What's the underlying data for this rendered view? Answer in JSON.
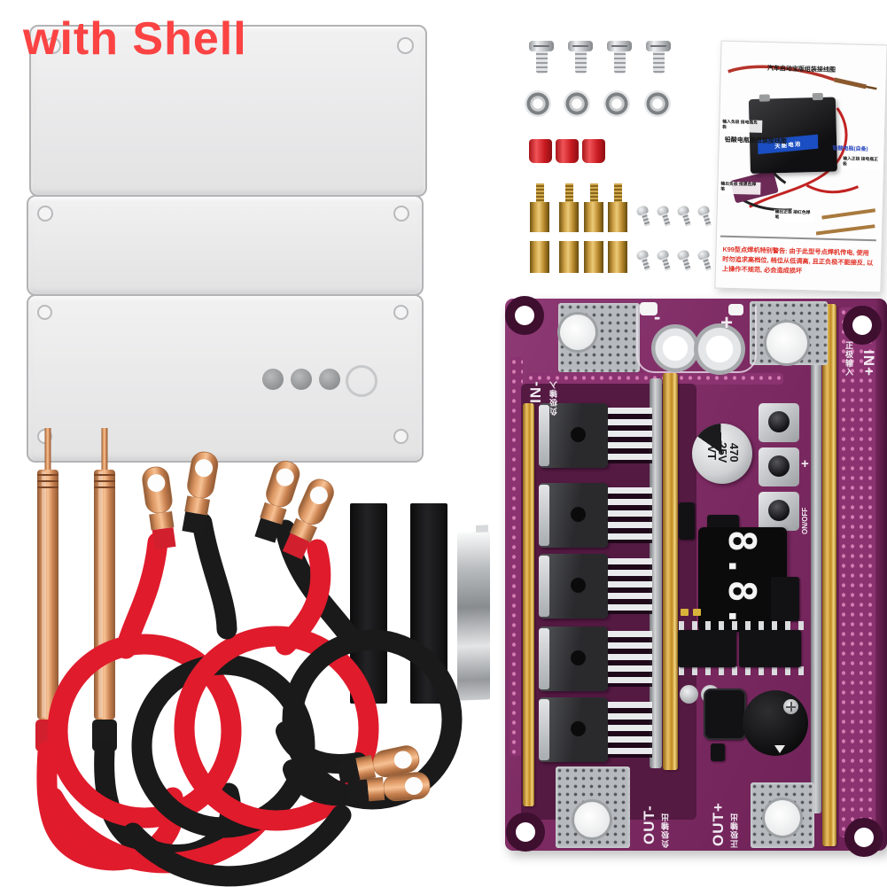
{
  "banner": {
    "text": "with Shell"
  },
  "instruction_card": {
    "header_top": "汽车启动宝版组装接线图",
    "header_mid": "铅酸电瓶版组装接线图",
    "header_side": "铅酸电瓶(自备)",
    "battery_brand": "天能电池",
    "callouts": [
      "输入负极 接电瓶负极",
      "输入正极 接电瓶正极",
      "输出负极 接黑色焊笔",
      "输出正极 接红色焊笔"
    ],
    "warning": "K99型点焊机特别警告: 由于此型号点焊机传电, 使用时勿追求高档位, 档位从低调高, 且正负极不能接反, 以上操作不规范, 必会造成损坏"
  },
  "pcb": {
    "in_minus": "IN-",
    "in_minus_cn": "负极输入",
    "in_plus": "IN+",
    "in_plus_cn": "正极输入",
    "out_minus": "OUT-",
    "out_minus_cn": "负极输出",
    "out_plus": "OUT+",
    "out_plus_cn": "正极输出",
    "terminal_minus": "-",
    "terminal_plus": "+",
    "cap_line1": "470",
    "cap_line2": "25V",
    "cap_line3": "VT",
    "button_plus": "+",
    "on_off": "ON/OFF",
    "display": "8.8."
  },
  "hardware": {
    "machine_screws": 4,
    "hex_nuts": 4,
    "red_caps": 3,
    "threaded_standoffs": 4,
    "hex_standoffs": 4,
    "small_screws": 8,
    "heat_shrink_tubes": 2,
    "nickel_strip": 1,
    "welding_pens": 2,
    "red_cables": 2,
    "black_cables": 2
  },
  "colors": {
    "banner_red": "#fb4343",
    "pcb_purple": "#7d2b63",
    "gold_busbar": "#d7a33e",
    "cable_red": "#e01b2c",
    "cable_black": "#1a1a1a",
    "copper": "#c98a5e"
  }
}
